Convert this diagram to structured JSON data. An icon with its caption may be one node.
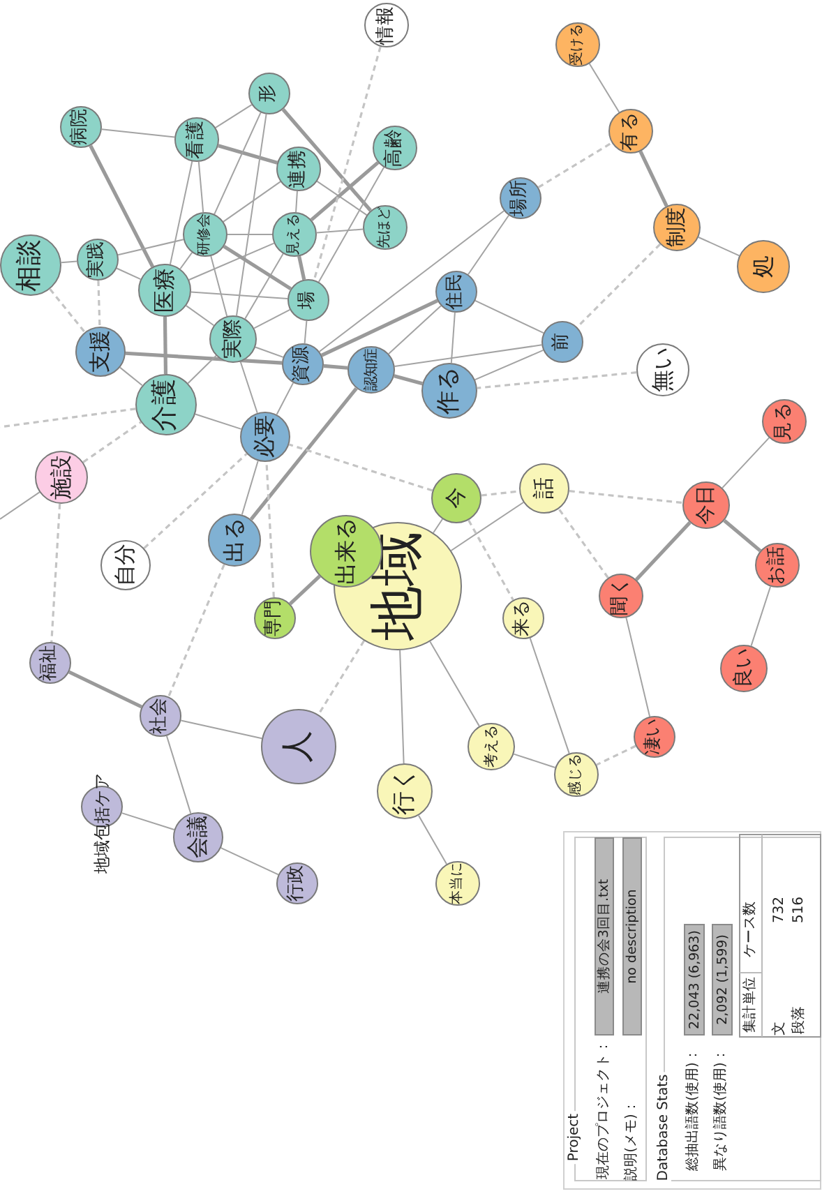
{
  "diagram": {
    "nodes": [
      {
        "text": [
          "情報"
        ]
      },
      {
        "text": [
          "病院"
        ]
      },
      {
        "text": [
          "看護"
        ]
      },
      {
        "text": [
          "形"
        ]
      },
      {
        "text": [
          "連携"
        ]
      },
      {
        "text": [
          "高齢"
        ]
      },
      {
        "text": [
          "研修会"
        ]
      },
      {
        "text": [
          "見える"
        ]
      },
      {
        "text": [
          "先ほど"
        ]
      },
      {
        "text": [
          "相談"
        ]
      },
      {
        "text": [
          "実践"
        ]
      },
      {
        "text": [
          "医療"
        ]
      },
      {
        "text": [
          "場"
        ]
      },
      {
        "text": [
          "実際"
        ]
      },
      {
        "text": [
          "介護"
        ]
      },
      {
        "text": [
          "支援"
        ]
      },
      {
        "text": [
          "資源"
        ]
      },
      {
        "text": [
          "認知症"
        ]
      },
      {
        "text": [
          "住民"
        ]
      },
      {
        "text": [
          "場所"
        ]
      },
      {
        "text": [
          "前"
        ]
      },
      {
        "text": [
          "作る"
        ]
      },
      {
        "text": [
          "必要"
        ]
      },
      {
        "text": [
          "出る"
        ]
      },
      {
        "text": [
          "受ける"
        ]
      },
      {
        "text": [
          "有る"
        ]
      },
      {
        "text": [
          "制度"
        ]
      },
      {
        "text": [
          "処"
        ]
      },
      {
        "text": [
          "無い"
        ]
      },
      {
        "text": [
          "見る"
        ]
      },
      {
        "text": [
          "今日"
        ]
      },
      {
        "text": [
          "お話"
        ]
      },
      {
        "text": [
          "聞く"
        ]
      },
      {
        "text": [
          "良い"
        ]
      },
      {
        "text": [
          "凄い"
        ]
      },
      {
        "text": [
          "地域"
        ]
      },
      {
        "text": [
          "出来る"
        ]
      },
      {
        "text": [
          "今"
        ]
      },
      {
        "text": [
          "話"
        ]
      },
      {
        "text": [
          "専門"
        ]
      },
      {
        "text": [
          "来る"
        ]
      },
      {
        "text": [
          "考える"
        ]
      },
      {
        "text": [
          "感じる"
        ]
      },
      {
        "text": [
          "行く"
        ]
      },
      {
        "text": [
          "本当に"
        ]
      },
      {
        "text": [
          "施設"
        ]
      },
      {
        "text": [
          "自分"
        ]
      },
      {
        "text": [
          "福祉"
        ]
      },
      {
        "text": [
          "社会"
        ]
      },
      {
        "text": [
          "人"
        ]
      },
      {
        "text": [
          "地域包括ケア"
        ]
      },
      {
        "text": [
          "会議"
        ]
      },
      {
        "text": [
          "行政"
        ]
      }
    ],
    "edges": [
      {
        "from": 1,
        "to": 2,
        "arrow": "none"
      },
      {
        "from": 1,
        "to": 11,
        "arrow": "none",
        "style": "thick"
      },
      {
        "from": 2,
        "to": 3,
        "arrow": "none"
      },
      {
        "from": 2,
        "to": 4,
        "arrow": "none",
        "style": "thick"
      },
      {
        "from": 2,
        "to": 6,
        "arrow": "none"
      },
      {
        "from": 2,
        "to": 11,
        "arrow": "none"
      },
      {
        "from": 4,
        "to": 8,
        "arrow": "none"
      },
      {
        "from": 3,
        "to": 8,
        "arrow": "none",
        "style": "thick"
      },
      {
        "from": 3,
        "to": 6,
        "arrow": "none"
      },
      {
        "from": 3,
        "to": 13,
        "arrow": "none"
      },
      {
        "from": 4,
        "to": 7,
        "arrow": "none"
      },
      {
        "from": 4,
        "to": 6,
        "arrow": "none"
      },
      {
        "from": 5,
        "to": 7,
        "arrow": "none",
        "style": "thick"
      },
      {
        "from": 5,
        "to": 12,
        "arrow": "none"
      },
      {
        "from": 7,
        "to": 8,
        "arrow": "none"
      },
      {
        "from": 7,
        "to": 6,
        "arrow": "none"
      },
      {
        "from": 7,
        "to": 12,
        "arrow": "none",
        "style": "thick"
      },
      {
        "from": 7,
        "to": 11,
        "arrow": "none"
      },
      {
        "from": 7,
        "to": 13,
        "arrow": "none"
      },
      {
        "from": 12,
        "to": 16,
        "arrow": "none"
      },
      {
        "from": 6,
        "to": 10,
        "arrow": "none"
      },
      {
        "from": 6,
        "to": 12,
        "arrow": "none",
        "style": "thick"
      },
      {
        "from": 6,
        "to": 11,
        "arrow": "none"
      },
      {
        "from": 6,
        "to": 13,
        "arrow": "none"
      },
      {
        "from": 9,
        "to": 10,
        "arrow": "none"
      },
      {
        "from": 10,
        "to": 11,
        "arrow": "none"
      },
      {
        "from": 11,
        "to": 12,
        "arrow": "none"
      },
      {
        "from": 11,
        "to": 13,
        "arrow": "none"
      },
      {
        "from": 11,
        "to": 14,
        "arrow": "none",
        "style": "thick"
      },
      {
        "from": 12,
        "to": 13,
        "arrow": "none"
      },
      {
        "from": 13,
        "to": 22,
        "arrow": "none"
      },
      {
        "from": 15,
        "to": 14,
        "arrow": "none"
      },
      {
        "from": 15,
        "to": 16,
        "arrow": "none",
        "style": "thick"
      },
      {
        "from": 13,
        "to": 14,
        "arrow": "none"
      },
      {
        "from": 13,
        "to": 16,
        "arrow": "none"
      },
      {
        "from": 16,
        "to": 17,
        "arrow": "none",
        "style": "thick"
      },
      {
        "from": 16,
        "to": 22,
        "arrow": "none"
      },
      {
        "from": 16,
        "to": 18,
        "arrow": "none",
        "style": "thick"
      },
      {
        "from": 16,
        "to": 19,
        "arrow": "none"
      },
      {
        "from": 14,
        "to": 22,
        "arrow": "none"
      },
      {
        "from": 17,
        "to": 21,
        "arrow": "none",
        "style": "thick"
      },
      {
        "from": 17,
        "to": 18,
        "arrow": "none"
      },
      {
        "from": 17,
        "to": 20,
        "arrow": "none"
      },
      {
        "from": 17,
        "to": 23,
        "arrow": "none",
        "style": "thick"
      },
      {
        "from": 18,
        "to": 19,
        "arrow": "none"
      },
      {
        "from": 18,
        "to": 20,
        "arrow": "none"
      },
      {
        "from": 18,
        "to": 21,
        "arrow": "none"
      },
      {
        "from": 21,
        "to": 20,
        "arrow": "none"
      },
      {
        "from": 22,
        "to": 23,
        "arrow": "none"
      },
      {
        "from": 24,
        "to": 25,
        "arrow": "none"
      },
      {
        "from": 25,
        "to": 26,
        "arrow": "none",
        "style": "thick"
      },
      {
        "from": 26,
        "to": 27,
        "arrow": "none"
      },
      {
        "from": 29,
        "to": 30,
        "arrow": "none"
      },
      {
        "from": 30,
        "to": 31,
        "arrow": "none",
        "style": "thick"
      },
      {
        "from": 30,
        "to": 32,
        "arrow": "none",
        "style": "thick"
      },
      {
        "from": 31,
        "to": 33,
        "arrow": "none"
      },
      {
        "from": 32,
        "to": 34,
        "arrow": "none"
      },
      {
        "from": 36,
        "to": 39,
        "arrow": "none",
        "style": "thick"
      },
      {
        "from": 35,
        "to": 37,
        "arrow": "none"
      },
      {
        "from": 35,
        "to": 38,
        "arrow": "none"
      },
      {
        "from": 35,
        "to": 41,
        "arrow": "none"
      },
      {
        "from": 35,
        "to": 43,
        "arrow": "none"
      },
      {
        "from": 40,
        "to": 42,
        "arrow": "none"
      },
      {
        "from": 41,
        "to": 42,
        "arrow": "none"
      },
      {
        "from": 43,
        "to": 44,
        "arrow": "none"
      },
      {
        "from": 45,
        "to": null,
        "arrow": "none"
      },
      {
        "from": 47,
        "to": 48,
        "arrow": "none",
        "style": "thick"
      },
      {
        "from": 48,
        "to": 49,
        "arrow": "none"
      },
      {
        "from": 48,
        "to": 51,
        "arrow": "none"
      },
      {
        "from": 51,
        "to": 50,
        "arrow": "none"
      },
      {
        "from": 51,
        "to": 52,
        "arrow": "none"
      },
      {
        "from": 19,
        "to": 25,
        "arrow": "none",
        "style": "dashed"
      },
      {
        "from": 32,
        "to": 38,
        "arrow": "none",
        "style": "dashed"
      },
      {
        "from": 34,
        "to": 42,
        "arrow": "none",
        "style": "dashed"
      },
      {
        "from": 35,
        "to": 49,
        "arrow": "none",
        "style": "dashed"
      },
      {
        "from": 9,
        "to": 15,
        "arrow": "none",
        "style": "dashed"
      },
      {
        "from": 45,
        "to": 14,
        "arrow": "none",
        "style": "dashed"
      },
      {
        "from": 37,
        "to": 22,
        "arrow": "none",
        "style": "dashed"
      },
      {
        "from": 0,
        "to": 12,
        "arrow": "none",
        "style": "dashed"
      },
      {
        "from": 26,
        "to": 20,
        "arrow": "none",
        "style": "dashed"
      },
      {
        "from": 28,
        "to": 21,
        "arrow": "none",
        "style": "dashed"
      },
      {
        "from": 38,
        "to": 30,
        "arrow": "none",
        "style": "dashed"
      },
      {
        "from": 45,
        "to": 47,
        "arrow": "none",
        "style": "dashed"
      },
      {
        "from": 46,
        "to": 22,
        "arrow": "none",
        "style": "dashed"
      },
      {
        "from": 23,
        "to": 48,
        "arrow": "none",
        "style": "dashed"
      },
      {
        "from": 37,
        "to": 40,
        "arrow": "none",
        "style": "dashed"
      },
      {
        "from": 39,
        "to": 22,
        "arrow": "none",
        "style": "dashed"
      },
      {
        "from": 37,
        "to": 38,
        "arrow": "none",
        "style": "dashed"
      },
      {
        "from": 10,
        "to": 15,
        "arrow": "none",
        "style": "dashed"
      },
      {
        "from": 14,
        "to": null,
        "arrow": "none",
        "style": "dashed"
      }
    ],
    "labels": [
      "Project",
      "現在のプロジェクト：",
      "連携の会3回目.txt",
      "説明(メモ)：",
      "no description",
      "Database Stats",
      "総抽出語数(使用)：",
      "22,043 (6,963)",
      "異なり語数(使用)：",
      "2,092 (1,599)",
      "集計単位",
      "ケース数",
      "文",
      "732",
      "段落",
      "516"
    ]
  }
}
